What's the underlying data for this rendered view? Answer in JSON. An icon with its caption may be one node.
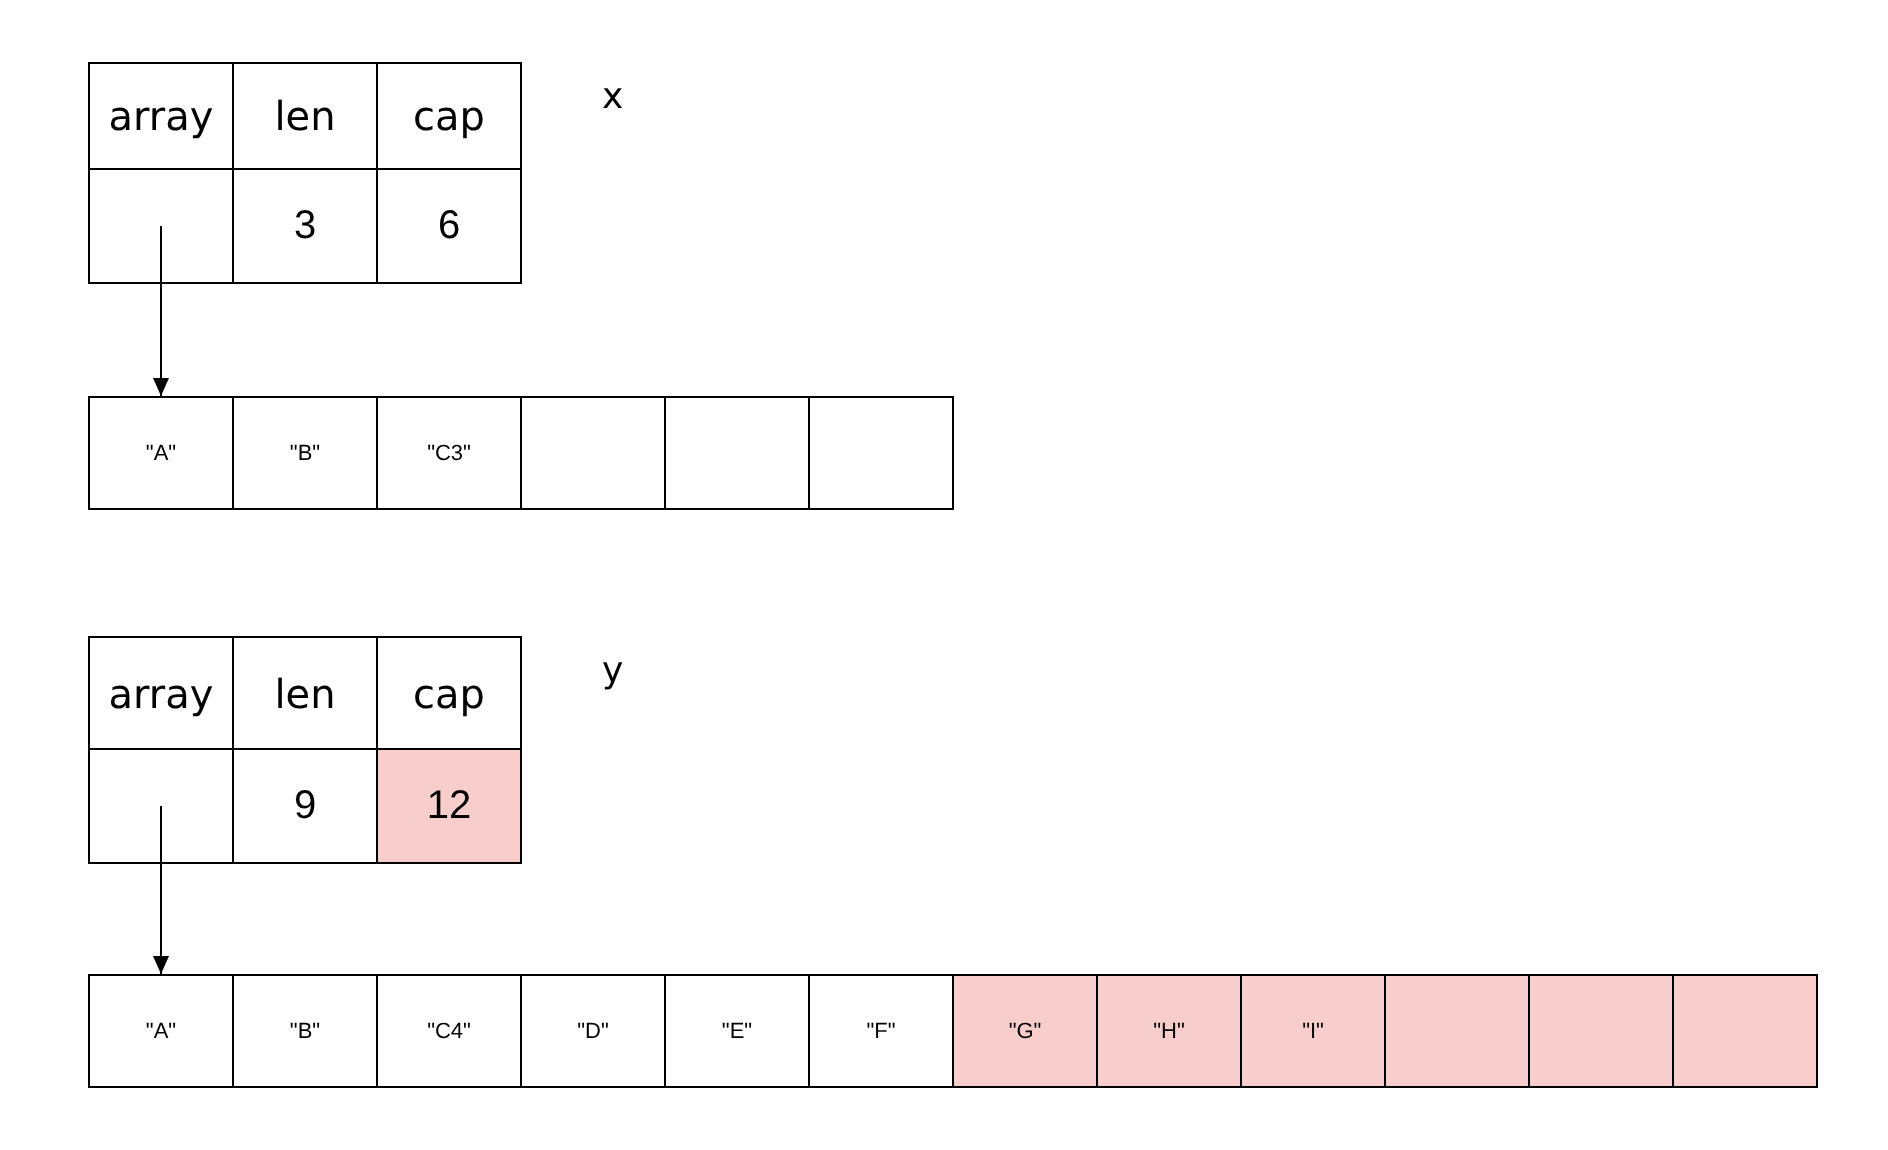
{
  "diagram": {
    "nodes": [
      {
        "text": [
          "array"
        ]
      },
      {
        "text": [
          "len"
        ]
      },
      {
        "text": [
          "cap"
        ]
      },
      {
        "text": [],
        "shape": "box"
      },
      {
        "text": [
          "3"
        ]
      },
      {
        "text": [
          "6"
        ]
      },
      {
        "text": [
          "\"A\""
        ]
      },
      {
        "text": [
          "\"B\""
        ]
      },
      {
        "text": [
          "\"C3\""
        ]
      },
      {
        "text": [],
        "shape": "box"
      },
      {
        "text": [],
        "shape": "box"
      },
      {
        "text": [],
        "shape": "box"
      },
      {
        "text": [
          "array"
        ]
      },
      {
        "text": [
          "len"
        ]
      },
      {
        "text": [
          "cap"
        ]
      },
      {
        "text": [],
        "shape": "box"
      },
      {
        "text": [
          "9"
        ]
      },
      {
        "text": [
          "12"
        ]
      },
      {
        "text": [
          "\"A\""
        ]
      },
      {
        "text": [
          "\"B\""
        ]
      },
      {
        "text": [
          "\"C4\""
        ]
      },
      {
        "text": [
          "\"D\""
        ]
      },
      {
        "text": [
          "\"E\""
        ]
      },
      {
        "text": [
          "\"F\""
        ]
      },
      {
        "text": [
          "\"G\""
        ]
      },
      {
        "text": [
          "\"H\""
        ]
      },
      {
        "text": [
          "\"I\""
        ]
      },
      {
        "text": [],
        "shape": "box"
      },
      {
        "text": [],
        "shape": "box"
      },
      {
        "text": [],
        "shape": "box"
      }
    ],
    "edges": [
      {
        "from": 3,
        "to": 6,
        "arrow": "to"
      },
      {
        "from": 15,
        "to": 18,
        "arrow": "to"
      }
    ],
    "labels": [
      "x",
      "y"
    ]
  }
}
